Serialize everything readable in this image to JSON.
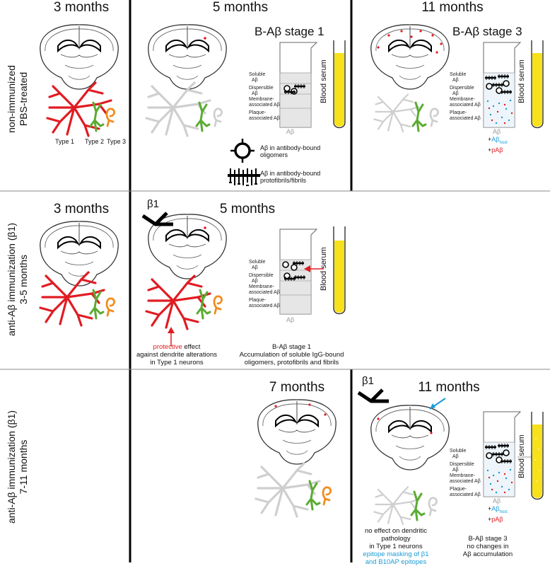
{
  "columns": {
    "col1_r1": "3 months",
    "col2_r1": "5 months",
    "col3_r1": "11 months",
    "col1_r2": "3 months",
    "col2_r2": "5 months",
    "col2_r3": "7 months",
    "col3_r3": "11 months"
  },
  "rows": {
    "row1_line1": "non-immunized",
    "row1_line2": "PBS-treated",
    "row2_line1": "anti-Aβ immunization (β1)",
    "row2_line2": "3-5 months",
    "row3_line1": "anti-Aβ immunization (β1)",
    "row3_line2": "7-11 months"
  },
  "neuron_types": {
    "type1": "Type 1",
    "type2": "Type 2",
    "type3": "Type 3"
  },
  "stages": {
    "stage1": "B-Aβ stage 1",
    "stage3": "B-Aβ stage 3"
  },
  "cylinder": {
    "soluble": "Soluble",
    "abeta": "Aβ",
    "dispersible": "Dispersible",
    "membrane": "Membrane-",
    "membrane_assoc": "associated Aβ",
    "plaque": "Plaque-",
    "plaque_assoc": "associated Aβ",
    "bottom": "Aβ"
  },
  "serum": "Blood serum",
  "antibody_label": "β1",
  "legend": {
    "oligomers_line1": "Aβ in antibody-bound",
    "oligomers_line2": "oligomers",
    "fibrils_line1": "Aβ in antibody-bound",
    "fibrils_line2": "protofibrils/fibrils"
  },
  "stage3_markers": {
    "plus1": "+",
    "abeta_blue": "Aβ",
    "blue_sub": "host",
    "plus2": "+",
    "pabeta": "pAβ"
  },
  "captions": {
    "r2_prot_red": "protective",
    "r2_prot_rest": " effect",
    "r2_prot_line2": "against dendrite alterations",
    "r2_prot_line3": "in Type 1 neurons",
    "r2_stage": "B-Aβ stage 1",
    "r2_acc1": "Accumulation of soluble IgG-bound",
    "r2_acc2": "oligomers, protofibrils and fibrils",
    "r3_noeff1": "no effect on dendritic pathology",
    "r3_noeff2": "in Type 1 neurons",
    "r3_mask1": "epitope masking of β1",
    "r3_mask2": "and B10AP epitopes",
    "r3_stage": "B-Aβ stage 3",
    "r3_nochange1": "no changes in",
    "r3_nochange2": "Aβ accumulation"
  },
  "colors": {
    "type1": "#e11b22",
    "type2": "#5aab32",
    "type3": "#f28c1c",
    "serum": "#f7e11a",
    "host_blue": "#1a9ad6",
    "grey_neuron": "#cfcfcf"
  }
}
